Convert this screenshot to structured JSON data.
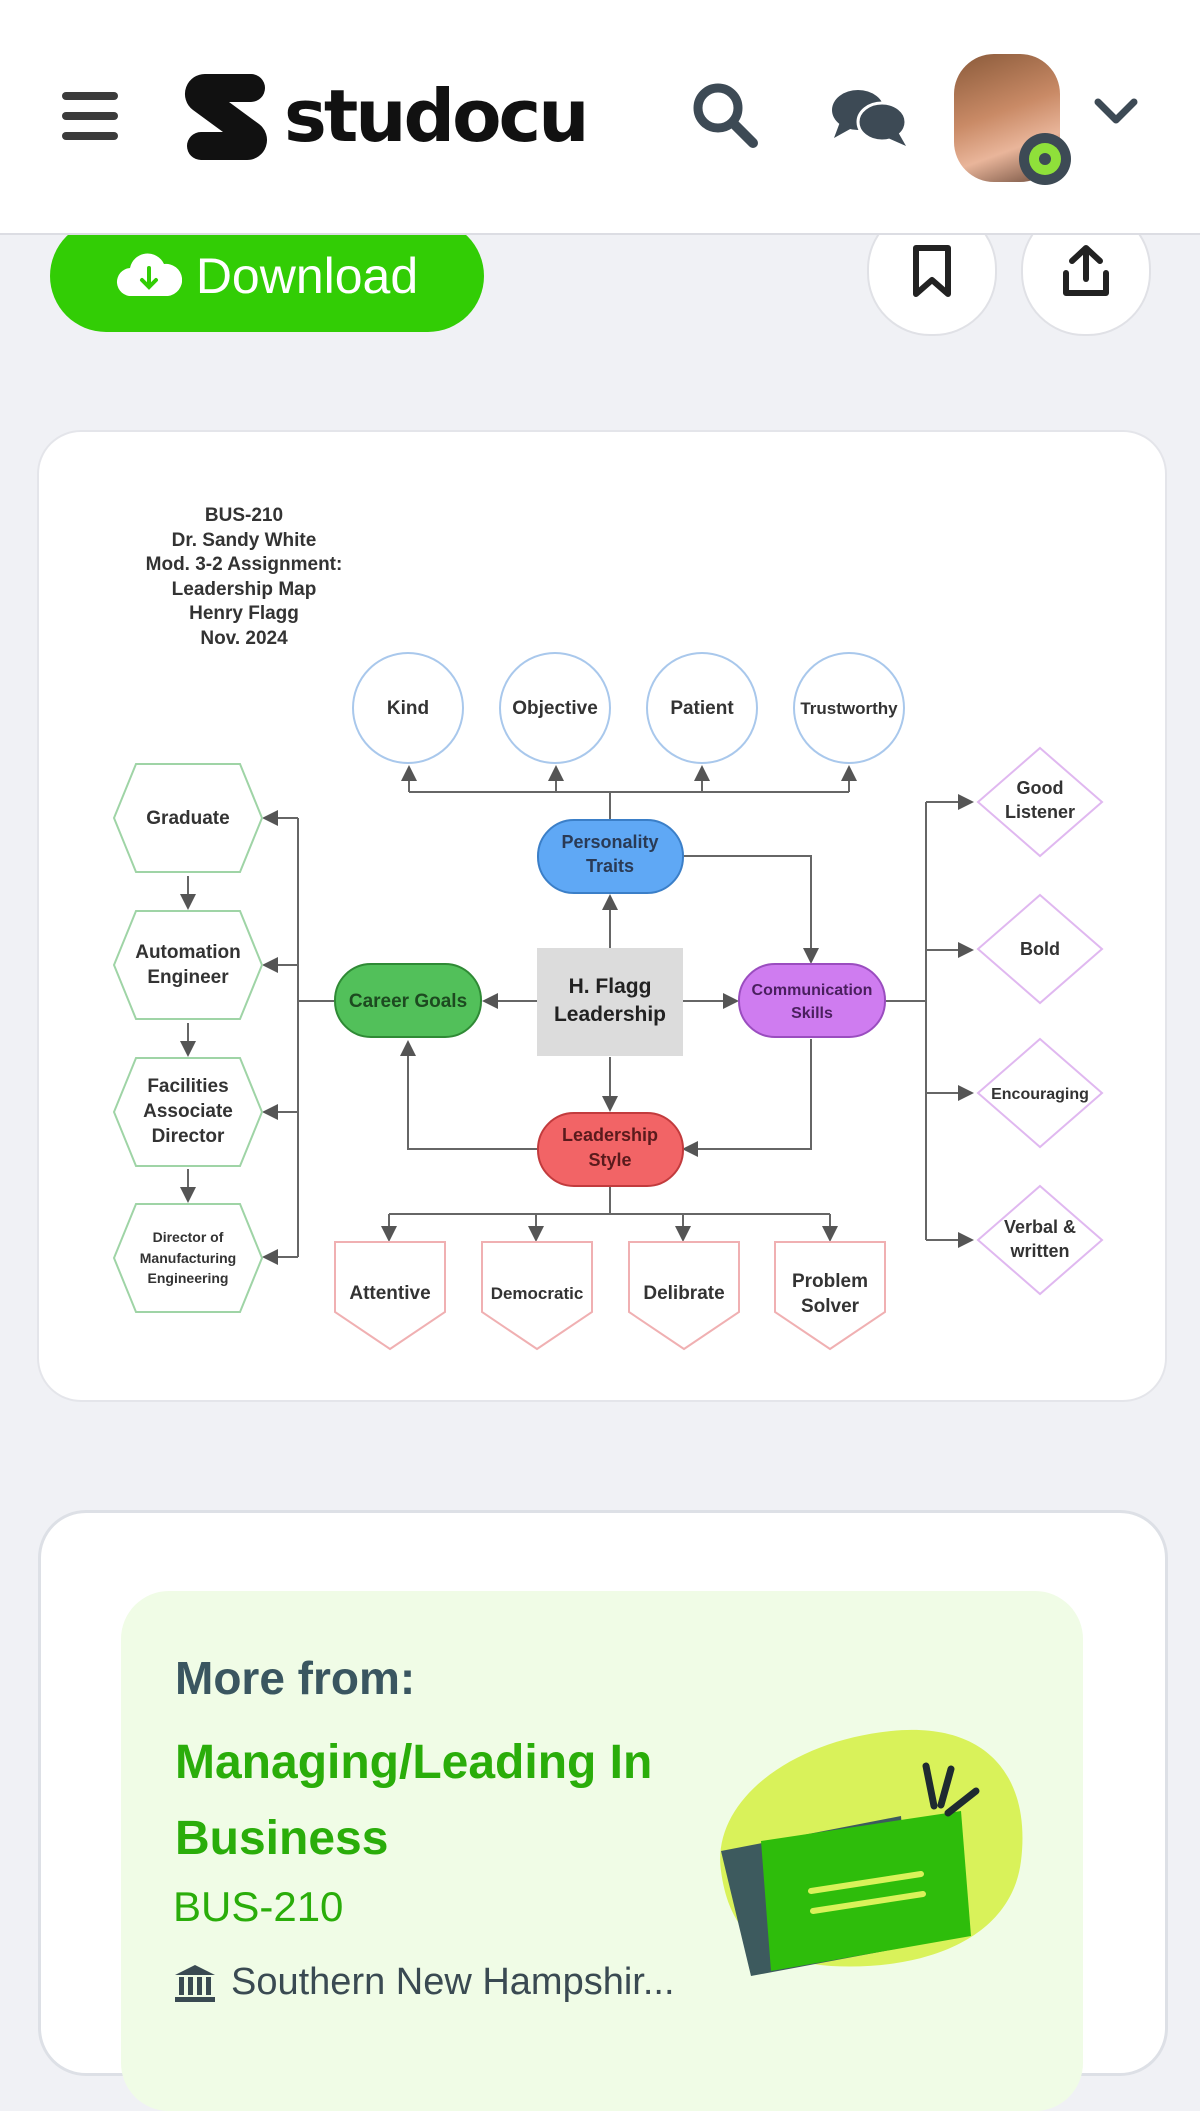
{
  "header": {
    "logo_text": "studocu"
  },
  "actions": {
    "download_label": "Download"
  },
  "document": {
    "header_lines": [
      "BUS-210",
      "Dr. Sandy White",
      "Mod. 3-2 Assignment:",
      "Leadership Map",
      "Henry Flagg",
      "Nov. 2024"
    ],
    "center": "H. Flagg Leadership",
    "center_lines": [
      "H. Flagg",
      "Leadership"
    ],
    "personality": [
      "Personality",
      "Traits"
    ],
    "career": "Career Goals",
    "communication": [
      "Communication",
      "Skills"
    ],
    "style": [
      "Leadership",
      "Style"
    ],
    "traits": [
      "Kind",
      "Objective",
      "Patient",
      "Trustworthy"
    ],
    "career_steps": [
      [
        "Graduate"
      ],
      [
        "Automation",
        "Engineer"
      ],
      [
        "Facilities",
        "Associate",
        "Director"
      ],
      [
        "Director of",
        "Manufacturing",
        "Engineering"
      ]
    ],
    "comm_items": [
      [
        "Good",
        "Listener"
      ],
      [
        "Bold"
      ],
      [
        "Encouraging"
      ],
      [
        "Verbal &",
        "written"
      ]
    ],
    "styles": [
      [
        "Attentive"
      ],
      [
        "Democratic"
      ],
      [
        "Delibrate"
      ],
      [
        "Problem",
        "Solver"
      ]
    ]
  },
  "more_from": {
    "label": "More from:",
    "course_title": "Managing/Leading In Business",
    "course_code": "BUS-210",
    "school": "Southern New Hampshir..."
  },
  "colors": {
    "brand_green": "#32cd05",
    "personality": "#5fa8f5",
    "career": "#52c05a",
    "communication": "#cf7cf0",
    "style": "#f26466",
    "center": "#dcdcdc"
  }
}
